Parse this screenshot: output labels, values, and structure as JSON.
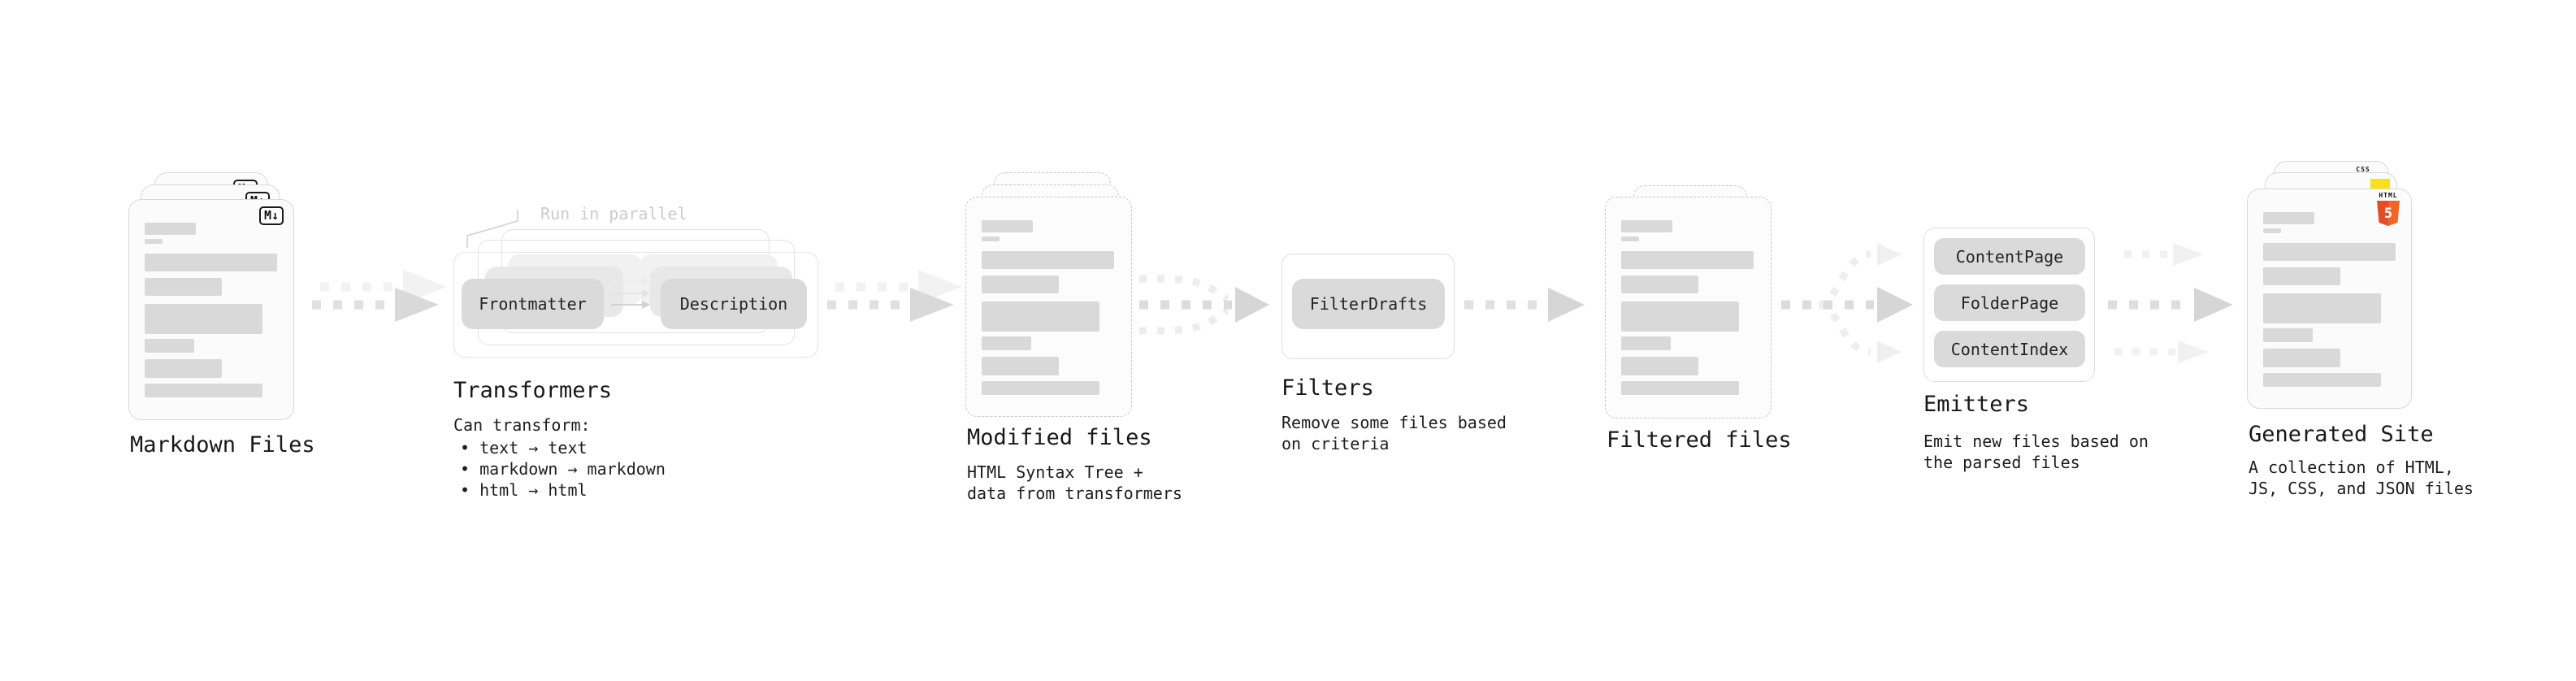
{
  "stages": {
    "markdown_files": {
      "title": "Markdown Files",
      "badge": "M↓"
    },
    "transformers": {
      "title": "Transformers",
      "note": "Run in parallel",
      "pills": [
        "Frontmatter",
        "Description"
      ],
      "heading": "Can transform:",
      "bullets": [
        "• text → text",
        "• markdown → markdown",
        "• html → html"
      ]
    },
    "modified_files": {
      "title": "Modified files",
      "subtitle": [
        "HTML Syntax Tree +",
        "data from transformers"
      ]
    },
    "filters": {
      "title": "Filters",
      "pill": "FilterDrafts",
      "subtitle": [
        "Remove some files based",
        "on criteria"
      ]
    },
    "filtered_files": {
      "title": "Filtered files"
    },
    "emitters": {
      "title": "Emitters",
      "pills": [
        "ContentPage",
        "FolderPage",
        "ContentIndex"
      ],
      "subtitle": [
        "Emit new files based on",
        "the parsed files"
      ]
    },
    "generated_site": {
      "title": "Generated Site",
      "subtitle": [
        "A collection of HTML,",
        "JS, CSS, and JSON files"
      ],
      "badges": {
        "css_label": "CSS",
        "html_label": "HTML",
        "html_number": "5"
      }
    }
  },
  "colors": {
    "html5_orange": "#e44d26",
    "js_yellow": "#ffdf16",
    "css_blue": "#2e6ce0",
    "pill_gray": "#dadada",
    "arrow_gray": "#dbdbdb",
    "arrow_light": "#f1f1f1"
  }
}
